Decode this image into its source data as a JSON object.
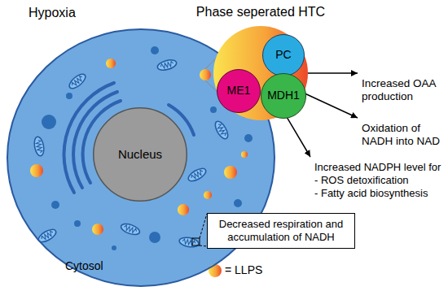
{
  "diagram": {
    "nodes": [
      {
        "text": [
          "Hypoxia",
          "Cytosol"
        ]
      },
      {
        "text": [
          "Nucleus"
        ],
        "in": 0
      },
      {
        "text": [
          "Phase seperated HTC"
        ]
      },
      {
        "text": [
          "PC"
        ],
        "in": 2
      },
      {
        "text": [
          "ME1"
        ],
        "in": 2
      },
      {
        "text": [
          "MDH1"
        ],
        "in": 2
      },
      {
        "text": [
          "Increased OAA production"
        ]
      },
      {
        "text": [
          "Oxidation of NADH into NAD"
        ]
      },
      {
        "text": [
          "Increased NADPH level for",
          "- ROS detoxification",
          "- Fatty acid biosynthesis"
        ]
      },
      {
        "text": [
          "Decreased respiration and accumulation of NADH"
        ]
      }
    ],
    "edges": [
      {
        "from": 2,
        "to": 6,
        "arrow": "to"
      },
      {
        "from": 2,
        "to": 7,
        "arrow": "to"
      },
      {
        "from": 2,
        "to": 8,
        "arrow": "to"
      }
    ],
    "legend": [
      {
        "text": "= LLPS"
      }
    ]
  }
}
